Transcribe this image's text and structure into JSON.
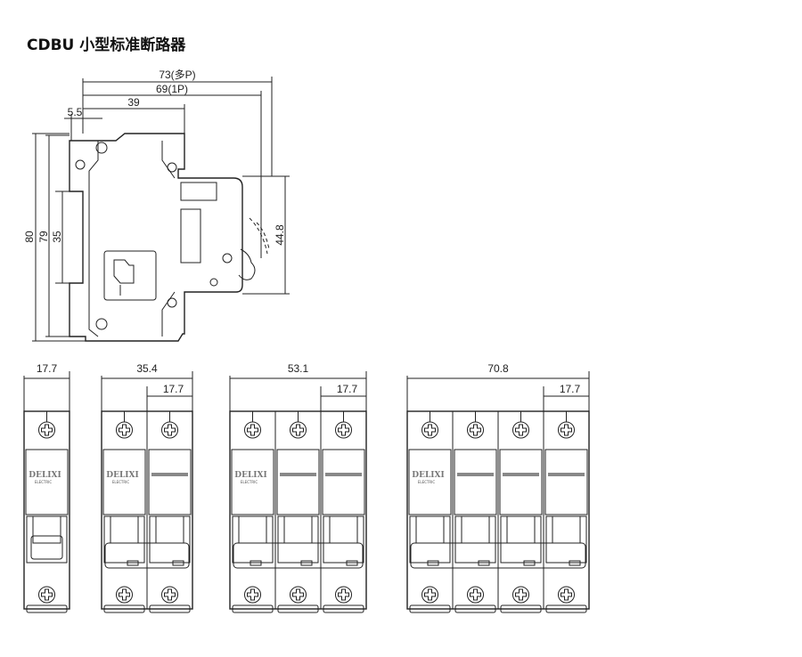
{
  "title": "CDBU 小型标准断路器",
  "side_view": {
    "dims": {
      "d73": "73(多P)",
      "d69": "69(1P)",
      "d39": "39",
      "d5_5": "5.5",
      "d80": "80",
      "d79": "79",
      "d35": "35",
      "d44_8": "44.8"
    }
  },
  "front_views": [
    {
      "poles": 1,
      "total": "17.7",
      "pole_width": "17.7"
    },
    {
      "poles": 2,
      "total": "35.4",
      "pole_width": "17.7"
    },
    {
      "poles": 3,
      "total": "53.1",
      "pole_width": "17.7"
    },
    {
      "poles": 4,
      "total": "70.8",
      "pole_width": "17.7"
    }
  ],
  "brand": {
    "name": "DELIXI",
    "sub": "ELECTRIC"
  }
}
